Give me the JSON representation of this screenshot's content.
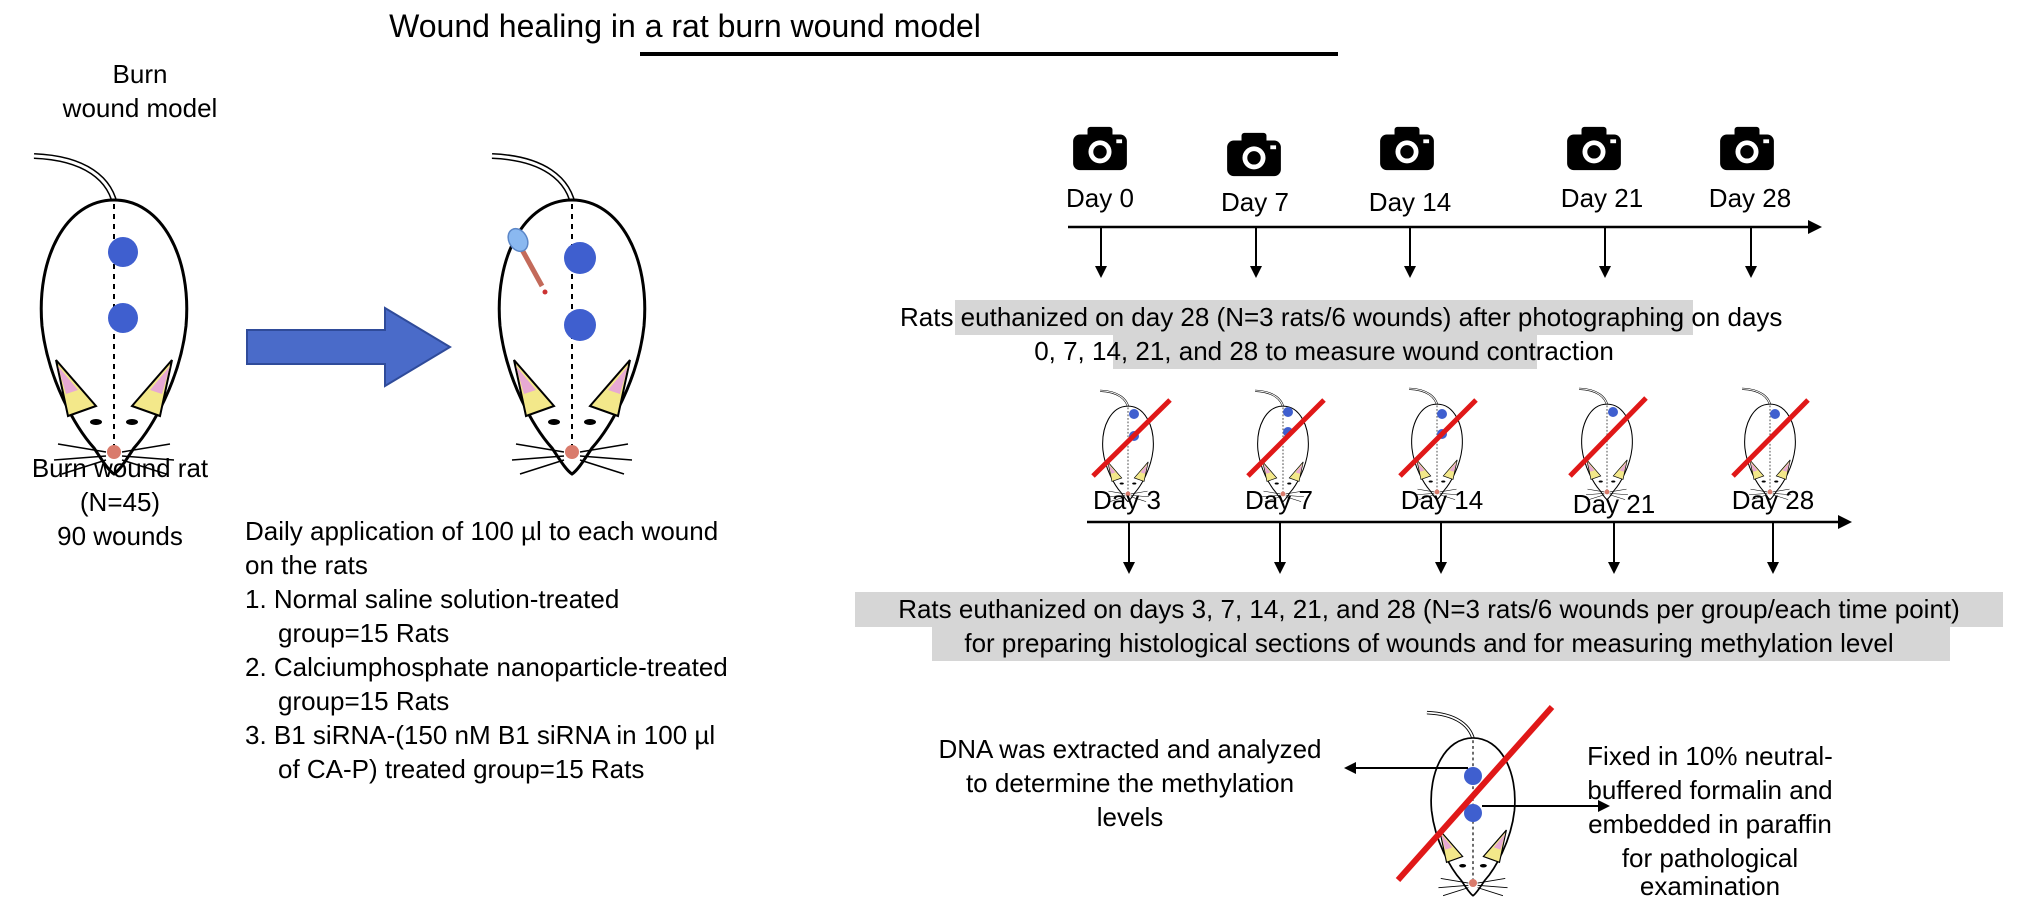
{
  "title": "Wound healing in a rat burn wound model",
  "model": {
    "label": [
      "Burn",
      "wound model"
    ],
    "rat_label": [
      "Burn wound rat",
      "(N=45)",
      "90 wounds"
    ]
  },
  "treatment": {
    "intro": [
      "Daily application of 100 µl to each wound",
      "on the rats"
    ],
    "groups": [
      [
        "1. Normal saline solution-treated",
        "group=15 Rats"
      ],
      [
        "2. Calciumphosphate nanoparticle-treated",
        "group=15 Rats"
      ],
      [
        "3. B1 siRNA-(150 nM B1 siRNA in 100 µl",
        "of CA-P) treated group=15 Rats"
      ]
    ]
  },
  "timeline_photo": {
    "days": [
      "Day 0",
      "Day 7",
      "Day 14",
      "Day 21",
      "Day 28"
    ],
    "caption": [
      "Rats euthanized on day 28 (N=3 rats/6 wounds) after photographing on days",
      "0, 7, 14, 21, and 28 to measure wound contraction"
    ]
  },
  "timeline_histo": {
    "days": [
      "Day 3",
      "Day 7",
      "Day 14",
      "Day 21",
      "Day 28"
    ],
    "caption": [
      "Rats euthanized on days 3, 7, 14, 21, and 28 (N=3 rats/6 wounds per group/each time point)",
      "for preparing histological sections of wounds and for measuring methylation level"
    ]
  },
  "analysis": {
    "left": [
      "DNA was extracted and analyzed",
      "to determine the methylation",
      "levels"
    ],
    "right": [
      "Fixed in 10% neutral-",
      "buffered formalin and",
      "embedded in paraffin",
      "for pathological",
      "examination"
    ]
  },
  "colors": {
    "wound": "#3f5fcf",
    "arrow_fill": "#4a6bc9",
    "arrow_stroke": "#2f4b9a",
    "cross": "#e01818",
    "caption_bg": "#d6d6d6",
    "ear_fill": "#f3e88a",
    "ear_inner": "#e7a9d3"
  },
  "icons": [
    "camera-icon",
    "rat-icon",
    "dropper-icon",
    "crossed-rat-icon"
  ]
}
